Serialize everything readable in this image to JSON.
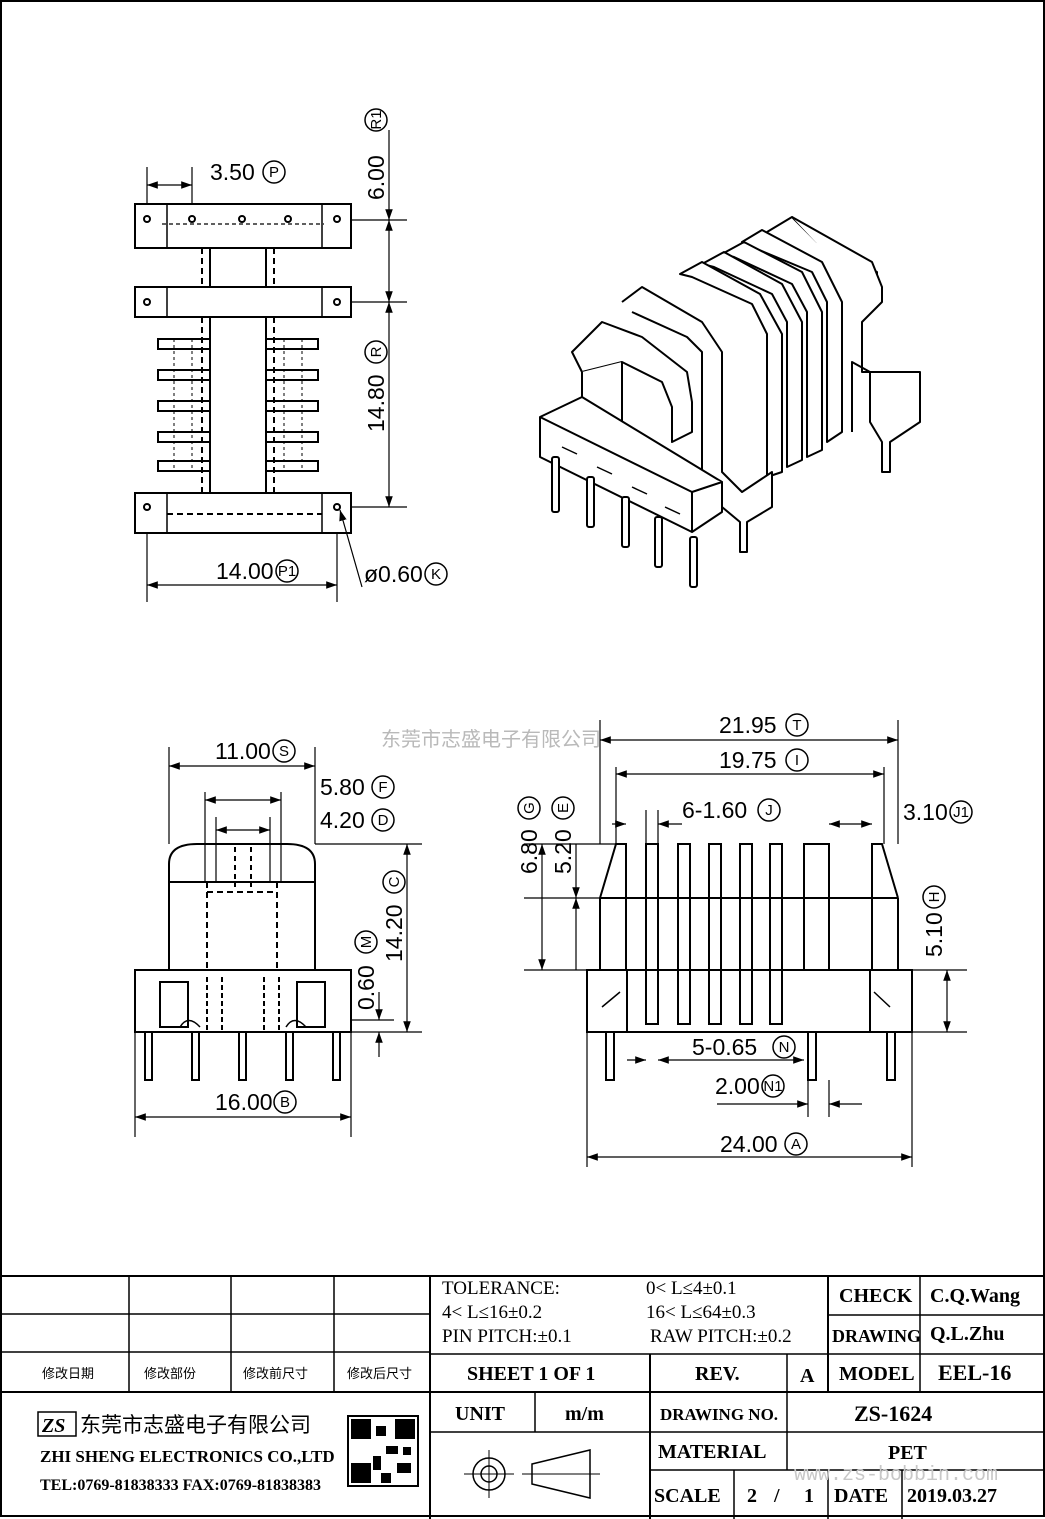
{
  "watermark": "东莞市志盛电子有限公司",
  "watermark_url": "www.zs-bobbin.com",
  "dims": {
    "P": "3.50",
    "R1": "6.00",
    "R": "14.80",
    "P1": "14.00",
    "K": "ø0.60",
    "S": "11.00",
    "F": "5.80",
    "D": "4.20",
    "C": "14.20",
    "M": "0.60",
    "B": "16.00",
    "T": "21.95",
    "I": "19.75",
    "J": "6-1.60",
    "J1": "3.10",
    "G": "6.80",
    "E": "5.20",
    "H": "5.10",
    "N": "5-0.65",
    "N1": "2.00",
    "A": "24.00"
  },
  "marks": {
    "P": "P",
    "R1": "R1",
    "R": "R",
    "P1": "P1",
    "K": "K",
    "S": "S",
    "F": "F",
    "D": "D",
    "C": "C",
    "M": "M",
    "B": "B",
    "T": "T",
    "I": "I",
    "J": "J",
    "J1": "J1",
    "G": "G",
    "E": "E",
    "H": "H",
    "N": "N",
    "N1": "N1",
    "A": "A"
  },
  "title_block": {
    "rev_headers": [
      "修改日期",
      "修改部份",
      "修改前尺寸",
      "修改后尺寸"
    ],
    "tolerance_label": "TOLERANCE:",
    "tol1": "0< L≤4±0.1",
    "tol2": "4< L≤16±0.2",
    "tol3": "16< L≤64±0.3",
    "pin_pitch": "PIN PITCH:±0.1",
    "raw_pitch": "RAW PITCH:±0.2",
    "check_label": "CHECK",
    "check_value": "C.Q.Wang",
    "drawing_label": "DRAWING",
    "drawing_value": "Q.L.Zhu",
    "sheet": "SHEET 1 OF 1",
    "rev_label": "REV.",
    "rev_value": "A",
    "model_label": "MODEL",
    "model_value": "EEL-16",
    "unit_label": "UNIT",
    "unit_value": "m/m",
    "drawing_no_label": "DRAWING NO.",
    "drawing_no_value": "ZS-1624",
    "material_label": "MATERIAL",
    "material_value": "PET",
    "scale_label": "SCALE",
    "scale_a": "2",
    "scale_sep": "/",
    "scale_b": "1",
    "date_label": "DATE",
    "date_value": "2019.03.27",
    "company_cn": "东莞市志盛电子有限公司",
    "company_en": "ZHI SHENG ELECTRONICS CO.,LTD",
    "contact": "TEL:0769-81838333 FAX:0769-81838383",
    "logo_text": "ZS"
  },
  "colors": {
    "ink": "#000000",
    "watermark": "#b9b9b9"
  }
}
